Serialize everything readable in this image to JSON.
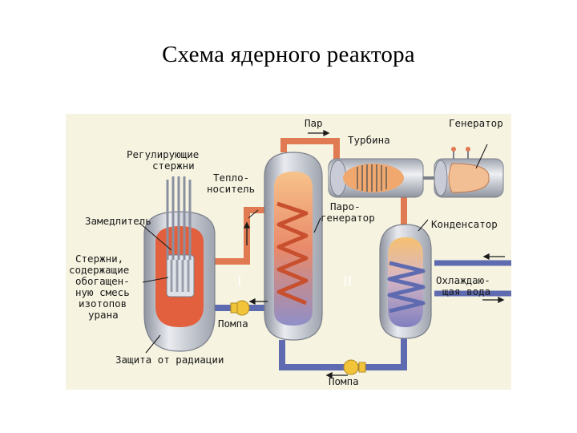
{
  "title": "Схема ядерного реактора",
  "labels": {
    "control_rods_1": "Регулирующие",
    "control_rods_2": "стержни",
    "coolant_1": "Тепло-",
    "coolant_2": "носитель",
    "moderator": "Замедлитель",
    "fuel_1": "Стержни,",
    "fuel_2": "содержащие",
    "fuel_3": "обогащен-",
    "fuel_4": "ную смесь",
    "fuel_5": "изотопов",
    "fuel_6": "урана",
    "steam": "Пар",
    "turbine": "Турбина",
    "generator": "Генератор",
    "steam_gen_1": "Паро-",
    "steam_gen_2": "генератор",
    "condenser": "Конденсатор",
    "cooling_water_1": "Охлаждаю-",
    "cooling_water_2": "щая вода",
    "circuit_1": "I",
    "circuit_2": "II",
    "pump_1": "Помпа",
    "pump_2": "Помпа",
    "shielding": "Защита от радиации"
  },
  "colors": {
    "background": "#f6f3e0",
    "hot_pipe": "#e07a52",
    "cold_pipe": "#5f6bb0",
    "vessel": "#c9ccd6",
    "core_red": "#e2603e",
    "pump_yellow": "#f2c43a"
  }
}
